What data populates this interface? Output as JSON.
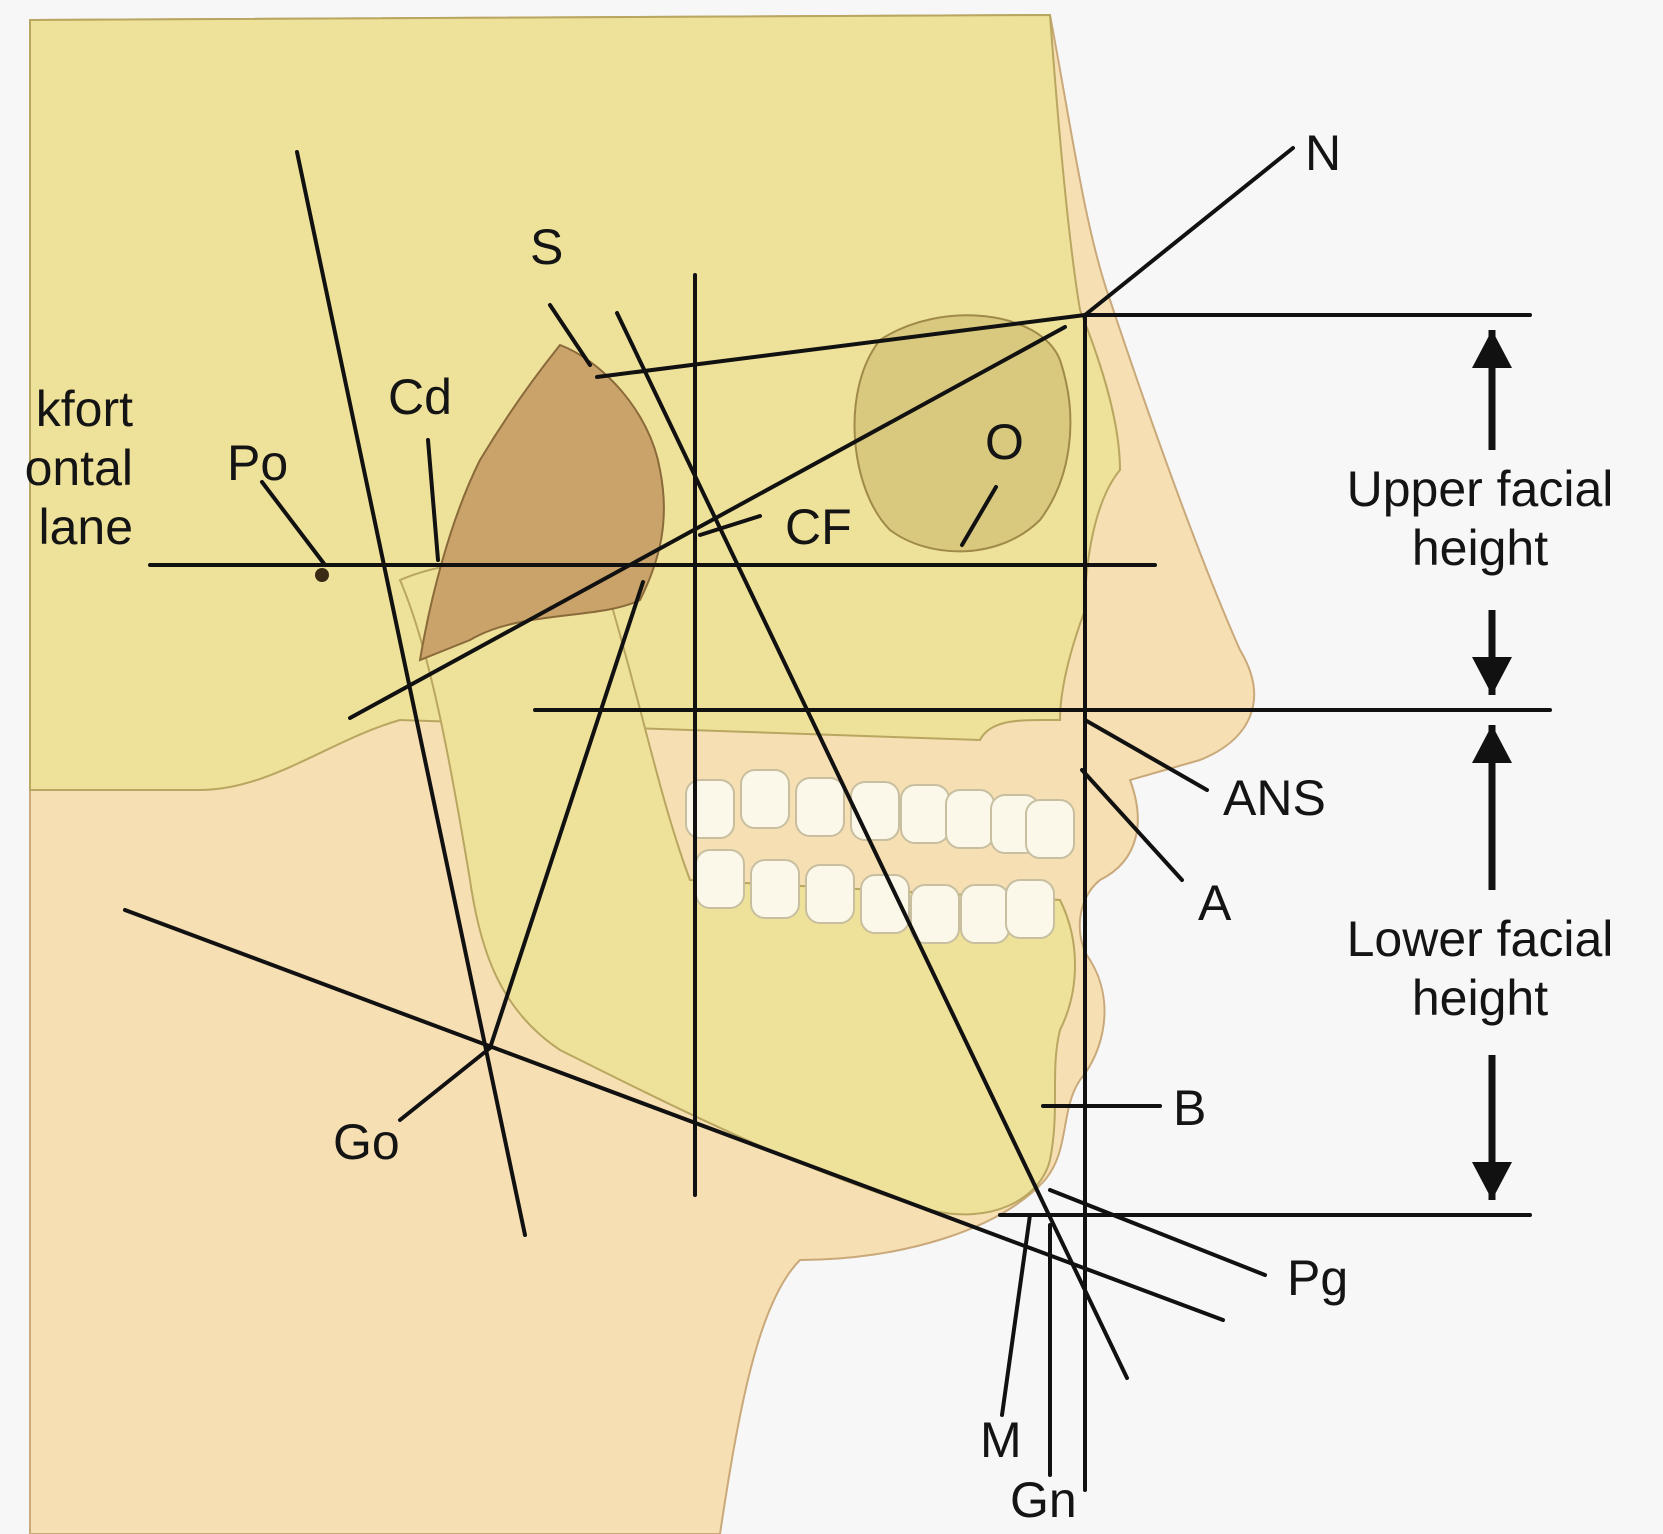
{
  "figure": {
    "colors": {
      "skin": "#f7dfb4",
      "bone": "#eee29a",
      "bone_shadow": "#d9c97e",
      "cavity": "#c9a36a",
      "teeth": "#fbf8ea",
      "line": "#111111",
      "background": "#f7f7f7"
    },
    "landmarks": {
      "N": "N",
      "S": "S",
      "Cd": "Cd",
      "Po": "Po",
      "O": "O",
      "CF": "CF",
      "ANS": "ANS",
      "A": "A",
      "B": "B",
      "Go": "Go",
      "Pg": "Pg",
      "M": "M",
      "Gn": "Gn"
    },
    "frankfort_label": [
      "kfort",
      "ontal",
      "lane"
    ],
    "upper_facial_height": [
      "Upper facial",
      "height"
    ],
    "lower_facial_height": [
      "Lower facial",
      "height"
    ]
  }
}
